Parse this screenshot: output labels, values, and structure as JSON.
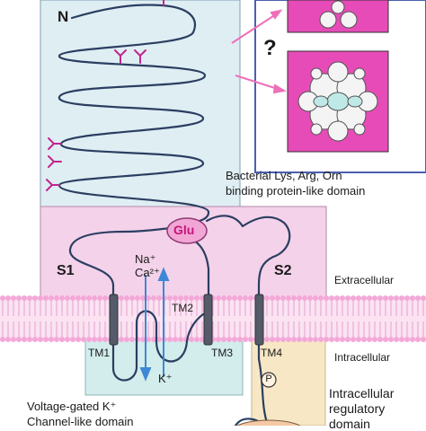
{
  "labels": {
    "n_terminus": "N",
    "question_mark": "?",
    "glu": "Glu",
    "na": "Na⁺",
    "ca": "Ca²⁺",
    "k": "K⁺",
    "s1": "S1",
    "s2": "S2",
    "tm1": "TM1",
    "tm2": "TM2",
    "tm3": "TM3",
    "tm4": "TM4",
    "p": "P",
    "extracellular": "Extracellular",
    "intracellular": "Intracellular",
    "bacterial_line1": "Bacterial Lys, Arg, Orn",
    "bacterial_line2": "binding protein-like domain",
    "voltage_line1": "Voltage-gated K⁺",
    "voltage_line2": "Channel-like domain",
    "regulatory_line1": "Intracellular",
    "regulatory_line2": "regulatory",
    "regulatory_line3": "domain"
  },
  "colors": {
    "amino_domain": "#dfeef3",
    "binding_domain": "#f4d2ea",
    "channel_domain": "#d3ecec",
    "regulatory_domain": "#f7e7c5",
    "membrane": "#f3a8d8",
    "glycosylation": "#c0268f",
    "glu_fill": "#f2a6d6",
    "glu_text": "#c41678",
    "arrow": "#3d88d6",
    "inset_border": "#4a5fb0",
    "inset_fill": "#e64bb8"
  }
}
